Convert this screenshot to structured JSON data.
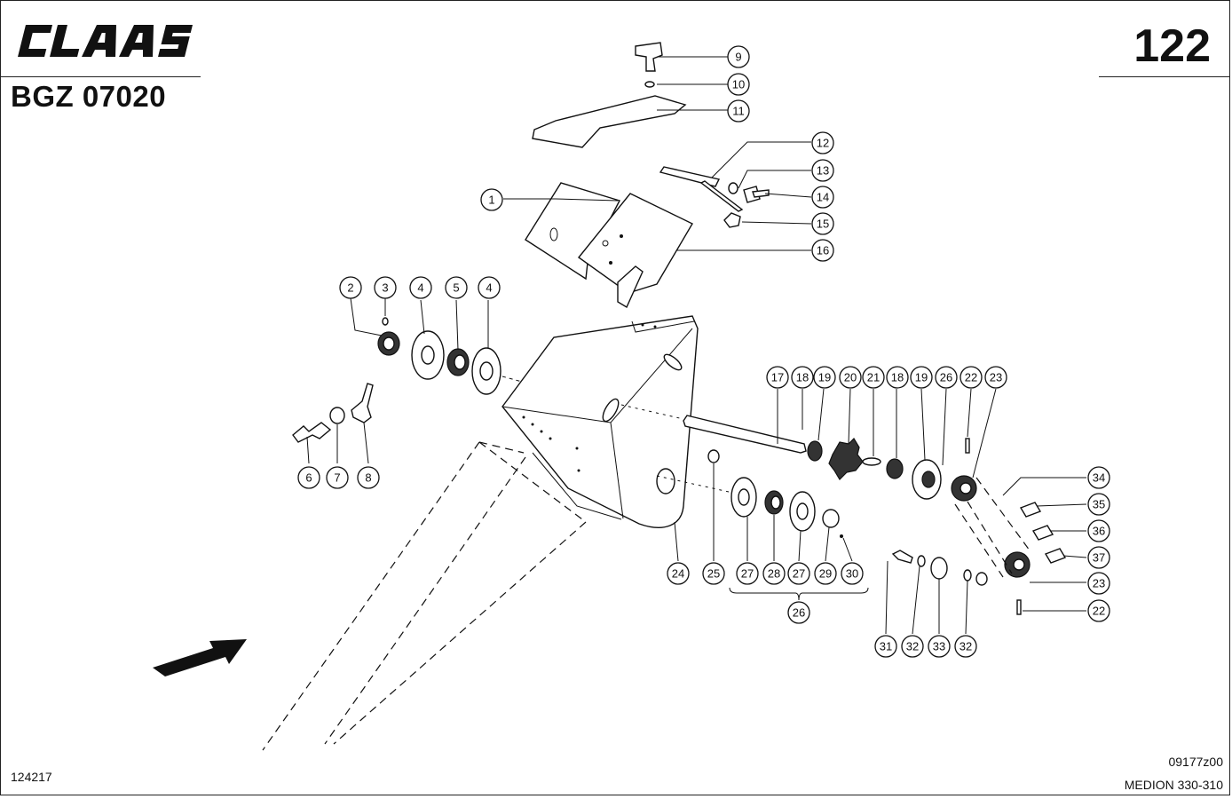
{
  "header": {
    "brand": "CLAAS",
    "code": "BGZ 07020",
    "page_number": "122"
  },
  "footer": {
    "left_ref": "124217",
    "right_ref": "09177z00",
    "model": "MEDION 330-310"
  },
  "callouts": {
    "c9": "9",
    "c10": "10",
    "c11": "11",
    "c12": "12",
    "c13": "13",
    "c14": "14",
    "c15": "15",
    "c16": "16",
    "c1": "1",
    "c2": "2",
    "c3": "3",
    "c4a": "4",
    "c5": "5",
    "c4b": "4",
    "c6": "6",
    "c7": "7",
    "c8": "8",
    "c17": "17",
    "c18a": "18",
    "c19a": "19",
    "c20": "20",
    "c21": "21",
    "c18b": "18",
    "c19b": "19",
    "c26a": "26",
    "c22a": "22",
    "c23a": "23",
    "c34": "34",
    "c35": "35",
    "c36": "36",
    "c37": "37",
    "c23b": "23",
    "c22b": "22",
    "c24": "24",
    "c25": "25",
    "c27a": "27",
    "c28": "28",
    "c27b": "27",
    "c29": "29",
    "c30": "30",
    "c26b": "26",
    "c31": "31",
    "c32a": "32",
    "c33": "33",
    "c32b": "32"
  }
}
